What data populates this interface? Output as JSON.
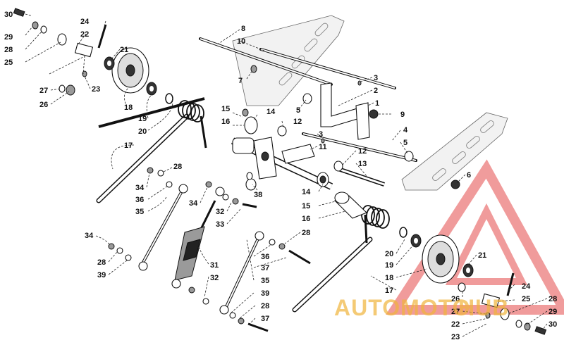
{
  "watermark": {
    "text_a": "AUTOMOTO",
    "text_b": "HUB",
    "color_orange": "#f0b43c",
    "color_red": "#e44a4a"
  },
  "labels": {
    "l30a": "30",
    "l29a": "29",
    "l28a": "28",
    "l25a": "25",
    "l24a": "24",
    "l22a": "22",
    "l21a": "21",
    "l27a": "27",
    "l26a": "26",
    "l23a": "23",
    "l18a": "18",
    "l19a": "19",
    "l20a": "20",
    "l17a": "17",
    "l8": "8",
    "l10": "10",
    "l7": "7",
    "l3a": "3",
    "l2": "2",
    "l1": "1",
    "l9": "9",
    "l5a": "5",
    "l15a": "15",
    "l14a": "14",
    "l16a": "16",
    "l12a": "12",
    "l3b": "3",
    "l11": "11",
    "l4": "4",
    "l5b": "5",
    "l12b": "12",
    "l13": "13",
    "l6": "6",
    "l28b": "28",
    "l34a": "34",
    "l36a": "36",
    "l35a": "35",
    "l38": "38",
    "l34b": "34",
    "l32a": "32",
    "l33": "33",
    "l14b": "14",
    "l15b": "15",
    "l16b": "16",
    "l28c": "28",
    "l34c": "34",
    "l28d": "28",
    "l39a": "39",
    "l31": "31",
    "l32b": "32",
    "l36b": "36",
    "l37a": "37",
    "l35b": "35",
    "l39b": "39",
    "l28e": "28",
    "l37b": "37",
    "l20b": "20",
    "l19b": "19",
    "l18b": "18",
    "l17b": "17",
    "l21b": "21",
    "l24b": "24",
    "l25b": "25",
    "l26b": "26",
    "l27b": "27",
    "l22b": "22",
    "l23b": "23",
    "l28f": "28",
    "l29b": "29",
    "l30b": "30"
  }
}
